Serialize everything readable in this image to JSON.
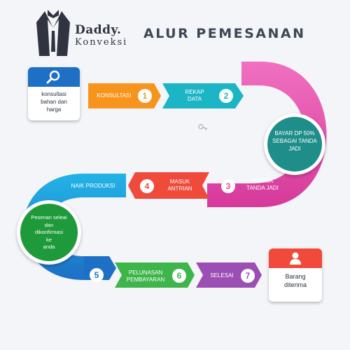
{
  "brand": {
    "name": "Daddy.",
    "sub": "Konveksi",
    "logo_icon": "tuxedo-shirt-icon"
  },
  "title": "ALUR PEMESANAN",
  "start_card": {
    "icon": "search-icon",
    "text": [
      "konsultasi",
      "bahan dan",
      "harga"
    ]
  },
  "steps": [
    {
      "num": "1",
      "label": [
        "KONSULTASI"
      ]
    },
    {
      "num": "2",
      "label": [
        "REKAP",
        "DATA"
      ]
    },
    {
      "num": "3",
      "label": [
        "TERIMA",
        "TANDA JADI"
      ]
    },
    {
      "num": "4",
      "label": [
        "MASUK",
        "ANTRIAN"
      ]
    },
    {
      "num": "5",
      "label": [
        "NAIK PRODUKSI"
      ]
    },
    {
      "num": "6",
      "label": [
        "PELUNASAN",
        "PEMBAYARAN"
      ]
    },
    {
      "num": "7",
      "label": [
        "SELESAI"
      ]
    }
  ],
  "node_right": [
    "BAYAR DP 50%",
    "SEBAGAI TANDA",
    "JADI"
  ],
  "node_left": [
    "Pesenan seleai",
    "dan",
    "dikonfirmasi",
    "ke",
    "anda"
  ],
  "end_card": {
    "icon": "user-icon",
    "text": [
      "Barang",
      "diterima"
    ]
  },
  "colors": {
    "orange": "#f7941d",
    "teal": "#1bb5c6",
    "pink": "#e94fa4",
    "red": "#ef4a3a",
    "blue": "#1e78c8",
    "green": "#3db54a",
    "purple": "#9b4fb4",
    "dark_green": "#1f9a3a"
  }
}
